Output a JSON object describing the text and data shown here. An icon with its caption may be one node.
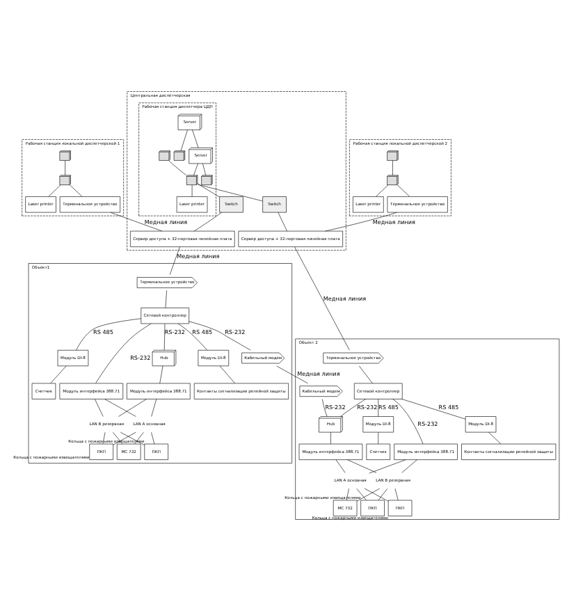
{
  "diagram": {
    "nodes": [
      {
        "text": [
          "Рабочая станция локальной диспетчерской 1"
        ]
      },
      {
        "text": [],
        "shape": "picture",
        "in": 0
      },
      {
        "text": [],
        "shape": "picture",
        "in": 0
      },
      {
        "text": [
          "Laser printer"
        ],
        "in": 0
      },
      {
        "text": [
          "Терминальное устройство"
        ],
        "in": 0
      },
      {
        "text": [
          "Центральная диспетчерская"
        ]
      },
      {
        "text": [
          "Рабочая станция диспетчера ЦДП"
        ],
        "in": 5
      },
      {
        "text": [
          "Server"
        ],
        "in": 6
      },
      {
        "text": [],
        "shape": "picture",
        "in": 6
      },
      {
        "text": [
          "Server"
        ],
        "in": 6
      },
      {
        "text": [],
        "shape": "picture",
        "in": 6
      },
      {
        "text": [],
        "shape": "picture",
        "in": 6
      },
      {
        "text": [],
        "shape": "picture",
        "in": 6
      },
      {
        "text": [
          "Laser printer"
        ],
        "in": 6
      },
      {
        "text": [
          "Switch"
        ],
        "in": 5
      },
      {
        "text": [
          "Сервер доступа + 32-портовая линейная плата"
        ],
        "in": 5
      },
      {
        "text": [
          "Switch"
        ],
        "in": 5
      },
      {
        "text": [
          "Сервер доступа + 32-портовая линейная плата"
        ],
        "in": 5
      },
      {
        "text": [
          "Рабочая станция локальной диспетчерской 2"
        ]
      },
      {
        "text": [],
        "shape": "picture",
        "in": 18
      },
      {
        "text": [],
        "shape": "picture",
        "in": 18
      },
      {
        "text": [
          "Laser printer"
        ],
        "in": 18
      },
      {
        "text": [
          "Терминальное устройство"
        ],
        "in": 18
      },
      {
        "text": [
          "Объект1"
        ]
      },
      {
        "text": [
          "Терминальное устройство"
        ],
        "in": 23
      },
      {
        "text": [
          "Сетевой контроллер"
        ],
        "in": 23
      },
      {
        "text": [
          "Кабельный модем"
        ],
        "in": 23
      },
      {
        "text": [
          "Hub"
        ],
        "in": 23
      },
      {
        "text": [
          "Модуль DI-8"
        ],
        "in": 23
      },
      {
        "text": [
          "Модуль DI-8"
        ],
        "in": 23
      },
      {
        "text": [
          "Контакты сигнализации релейной защиты"
        ],
        "in": 23
      },
      {
        "text": [
          "Счетчик"
        ],
        "in": 23
      },
      {
        "text": [
          "Модуль интерфейса 388.71"
        ],
        "in": 23
      },
      {
        "text": [
          "Модуль интерфейса 388.71"
        ],
        "in": 23
      },
      {
        "text": [
          "LAN A основная"
        ],
        "in": 23
      },
      {
        "text": [
          "LAN B резервная"
        ],
        "in": 23
      },
      {
        "text": [
          "МС 732"
        ],
        "in": 23
      },
      {
        "text": [
          "ПКП"
        ],
        "beside": [
          "Кольца с пожарными извещателями"
        ],
        "in": 23
      },
      {
        "text": [
          "ПКП"
        ],
        "beside": [
          "Кольца с пожарными извещателями"
        ],
        "in": 23
      },
      {
        "text": [
          "Объект 2"
        ]
      },
      {
        "text": [
          "Терминальное устройство"
        ],
        "in": 39
      },
      {
        "text": [
          "Сетевой контроллер"
        ],
        "in": 39
      },
      {
        "text": [
          "Кабельный модем"
        ],
        "in": 39
      },
      {
        "text": [
          "Hub"
        ],
        "in": 39
      },
      {
        "text": [
          "Модуль интерфейса 388.71"
        ],
        "in": 39
      },
      {
        "text": [
          "Модуль интерфейса 388.71"
        ],
        "in": 39
      },
      {
        "text": [
          "LAN A основная"
        ],
        "in": 39
      },
      {
        "text": [
          "LAN B резервная"
        ],
        "in": 39
      },
      {
        "text": [
          "МС 732"
        ],
        "in": 39
      },
      {
        "text": [
          "ПКП"
        ],
        "beside": [
          "Кольца с пожарными извещателями"
        ],
        "in": 39
      },
      {
        "text": [
          "ПКП"
        ],
        "beside": [
          "Кольца с пожарными извещателями"
        ],
        "in": 39
      },
      {
        "text": [
          "Модуль DI-8"
        ],
        "in": 39
      },
      {
        "text": [
          "Модуль DI-8"
        ],
        "in": 39
      },
      {
        "text": [
          "Контакты сигнализации релейной защиты"
        ],
        "in": 39
      },
      {
        "text": [
          "Счетчик"
        ],
        "in": 39
      }
    ],
    "edges": [
      {
        "from": 1,
        "to": 2,
        "arrow": "none"
      },
      {
        "from": 2,
        "to": 3,
        "arrow": "none"
      },
      {
        "from": 2,
        "to": 4,
        "arrow": "none"
      },
      {
        "from": 7,
        "to": 8,
        "arrow": "none"
      },
      {
        "from": 9,
        "to": 10,
        "arrow": "none"
      },
      {
        "from": 11,
        "to": 12,
        "arrow": "none"
      },
      {
        "from": 12,
        "to": 13,
        "arrow": "none"
      },
      {
        "from": 7,
        "to": 9,
        "arrow": "none"
      },
      {
        "from": 9,
        "to": 12,
        "arrow": "none"
      },
      {
        "from": 12,
        "to": 14,
        "arrow": "none"
      },
      {
        "from": 12,
        "to": 16,
        "arrow": "none"
      },
      {
        "from": 14,
        "to": 15,
        "arrow": "none"
      },
      {
        "from": 16,
        "to": 17,
        "arrow": "none"
      },
      {
        "from": 19,
        "to": 20,
        "arrow": "none"
      },
      {
        "from": 20,
        "to": 21,
        "arrow": "none"
      },
      {
        "from": 20,
        "to": 22,
        "arrow": "none"
      },
      {
        "from": 4,
        "to": 15,
        "label": "Медная линия",
        "arrow": "none"
      },
      {
        "from": 22,
        "to": 17,
        "label": "Медная линия",
        "arrow": "none"
      },
      {
        "from": 15,
        "to": 24,
        "label": "Медная линия",
        "arrow": "none"
      },
      {
        "from": 17,
        "to": 40,
        "label": "Медная линия",
        "arrow": "none"
      },
      {
        "from": 24,
        "to": 25,
        "arrow": "none"
      },
      {
        "from": 25,
        "to": 26,
        "label": "RS-232",
        "arrow": "none"
      },
      {
        "from": 25,
        "to": 27,
        "label": "RS-232",
        "arrow": "none"
      },
      {
        "from": 25,
        "to": 32,
        "label": "RS-232",
        "arrow": "none"
      },
      {
        "from": 27,
        "to": 33,
        "arrow": "none"
      },
      {
        "from": 25,
        "to": 28,
        "label": "RS 485",
        "arrow": "none"
      },
      {
        "from": 25,
        "to": 29,
        "label": "RS 485",
        "arrow": "none"
      },
      {
        "from": 28,
        "to": 30,
        "arrow": "none"
      },
      {
        "from": 29,
        "to": 31,
        "arrow": "none"
      },
      {
        "from": 32,
        "to": 34,
        "arrow": "none"
      },
      {
        "from": 33,
        "to": 34,
        "arrow": "none"
      },
      {
        "from": 32,
        "to": 35,
        "arrow": "none"
      },
      {
        "from": 33,
        "to": 35,
        "arrow": "none"
      },
      {
        "from": 34,
        "to": 36,
        "arrow": "none"
      },
      {
        "from": 35,
        "to": 36,
        "arrow": "none"
      },
      {
        "from": 34,
        "to": 37,
        "arrow": "none"
      },
      {
        "from": 35,
        "to": 37,
        "arrow": "none"
      },
      {
        "from": 34,
        "to": 38,
        "arrow": "none"
      },
      {
        "from": 35,
        "to": 38,
        "arrow": "none"
      },
      {
        "from": 26,
        "to": 42,
        "label": "Медная линия",
        "arrow": "none"
      },
      {
        "from": 40,
        "to": 41,
        "arrow": "none"
      },
      {
        "from": 42,
        "to": 43,
        "label": "RS-232",
        "arrow": "none"
      },
      {
        "from": 41,
        "to": 43,
        "label": "RS-232",
        "arrow": "none"
      },
      {
        "from": 41,
        "to": 44,
        "label": "RS-232",
        "arrow": "none"
      },
      {
        "from": 43,
        "to": 45,
        "arrow": "none"
      },
      {
        "from": 44,
        "to": 46,
        "arrow": "none"
      },
      {
        "from": 45,
        "to": 46,
        "arrow": "none"
      },
      {
        "from": 44,
        "to": 47,
        "arrow": "none"
      },
      {
        "from": 45,
        "to": 47,
        "arrow": "none"
      },
      {
        "from": 46,
        "to": 48,
        "arrow": "none"
      },
      {
        "from": 47,
        "to": 48,
        "arrow": "none"
      },
      {
        "from": 46,
        "to": 49,
        "arrow": "none"
      },
      {
        "from": 47,
        "to": 49,
        "arrow": "none"
      },
      {
        "from": 46,
        "to": 50,
        "arrow": "none"
      },
      {
        "from": 47,
        "to": 50,
        "arrow": "none"
      },
      {
        "from": 41,
        "to": 51,
        "label": "RS 485",
        "arrow": "none"
      },
      {
        "from": 41,
        "to": 52,
        "label": "RS 485",
        "arrow": "none"
      },
      {
        "from": 51,
        "to": 53,
        "arrow": "none"
      },
      {
        "from": 52,
        "to": 54,
        "arrow": "none"
      }
    ]
  }
}
